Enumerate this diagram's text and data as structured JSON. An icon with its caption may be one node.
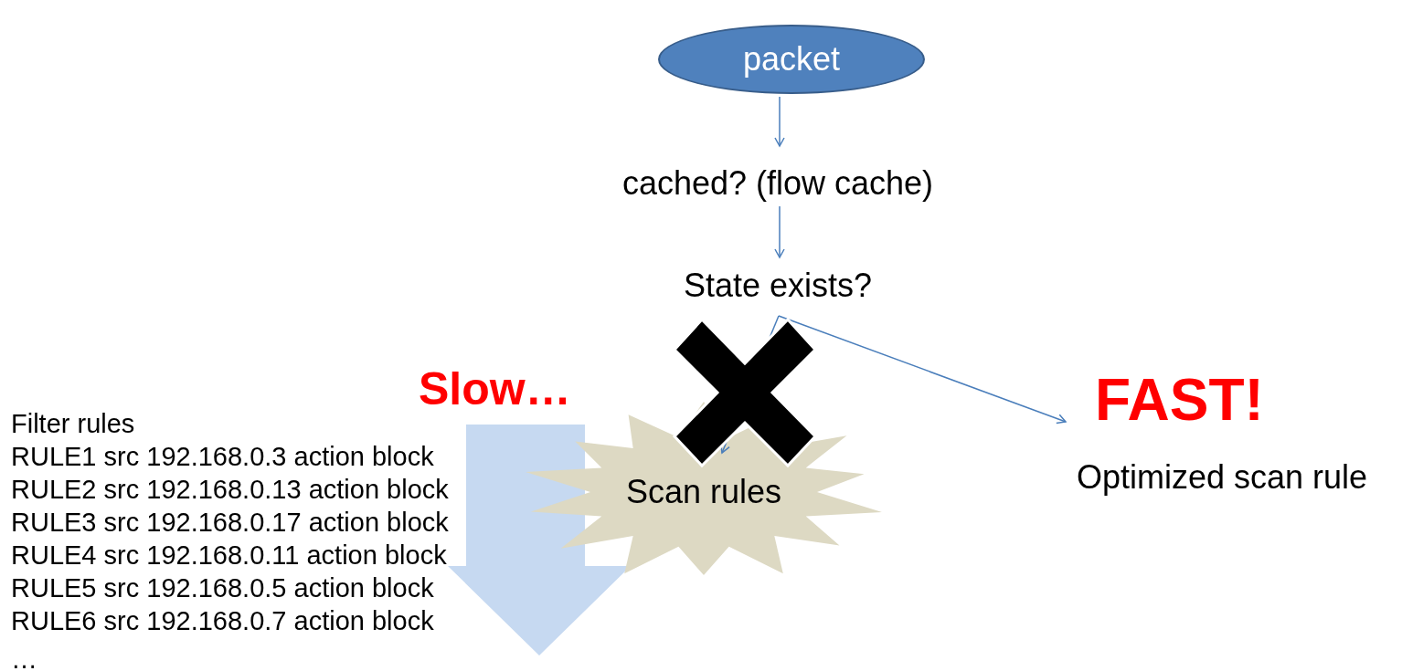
{
  "diagram": {
    "nodes": [
      {
        "text": [
          "packet"
        ]
      },
      {
        "text": [
          "cached? (flow cache)"
        ]
      },
      {
        "text": [
          "State exists?"
        ]
      },
      {
        "text": [
          "Scan rules"
        ]
      },
      {
        "text": [
          "Optimized scan rule"
        ]
      }
    ],
    "edges": [
      {
        "from": 0,
        "to": 1,
        "arrow": "to"
      },
      {
        "from": 1,
        "to": 2,
        "arrow": "to"
      },
      {
        "from": 2,
        "to": 3,
        "arrow": "to"
      },
      {
        "from": 2,
        "to": 4,
        "arrow": "to"
      }
    ],
    "labels": [
      "Slow…",
      "FAST!",
      "Filter rules",
      "RULE1 src 192.168.0.3 action block",
      "RULE2 src 192.168.0.13 action block",
      "RULE3 src 192.168.0.17 action block",
      "RULE4 src 192.168.0.11 action block",
      "RULE5 src 192.168.0.5 action block",
      "RULE6 src 192.168.0.7 action block",
      "…"
    ]
  }
}
